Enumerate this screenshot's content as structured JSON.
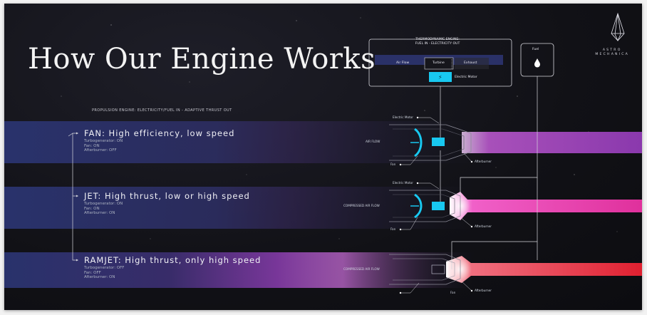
{
  "title": "How Our Engine Works",
  "subtitle": "PROPULSION ENGINE: ELECTRICITY/FUEL IN - ADAPTIVE THRUST OUT",
  "brand": {
    "line1": "ASTRO",
    "line2": "MECHANICA"
  },
  "thermo_box": {
    "title_line1": "THERMODYNAMIC ENGINE:",
    "title_line2": "FUEL IN - ELECTRICITY OUT",
    "air_flow": "Air Flow",
    "turbine": "Turbine",
    "exhaust": "Exhaust",
    "electric_motor": "Electric Motor",
    "bolt_icon": "lightning-icon"
  },
  "fuel_box": {
    "label": "Fuel",
    "icon": "fuel-drop-icon"
  },
  "modes": [
    {
      "heading": "FAN: High efficiency, low speed",
      "status": [
        "Turbogenerator: ON",
        "Fan: ON",
        "Afterburner: OFF"
      ],
      "flow_label": "AIR FLOW",
      "electric_motor": "Electric Motor",
      "fan": "Fan",
      "afterburner": "Afterburner",
      "exhaust_color": "#c25bd6"
    },
    {
      "heading": "JET: High thrust, low or high speed",
      "status": [
        "Turbogenerator: ON",
        "Fan: ON",
        "Afterburner: ON"
      ],
      "flow_label": "COMPRESSED AIR FLOW",
      "electric_motor": "Electric Motor",
      "fan": "Fan",
      "afterburner": "Afterburner",
      "exhaust_color": "#e23cb8"
    },
    {
      "heading": "RAMJET: High thrust, only high speed",
      "status": [
        "Turbogenerator: OFF",
        "Fan: OFF",
        "Afterburner: ON"
      ],
      "flow_label": "COMPRESSED AIR FLOW",
      "fan": "Fan",
      "afterburner": "Afterburner",
      "exhaust_color": "#e8283c"
    }
  ],
  "colors": {
    "band": "#2c3470",
    "cyan": "#18c8f0",
    "background": "#121218",
    "line": "#d6d6dc"
  }
}
